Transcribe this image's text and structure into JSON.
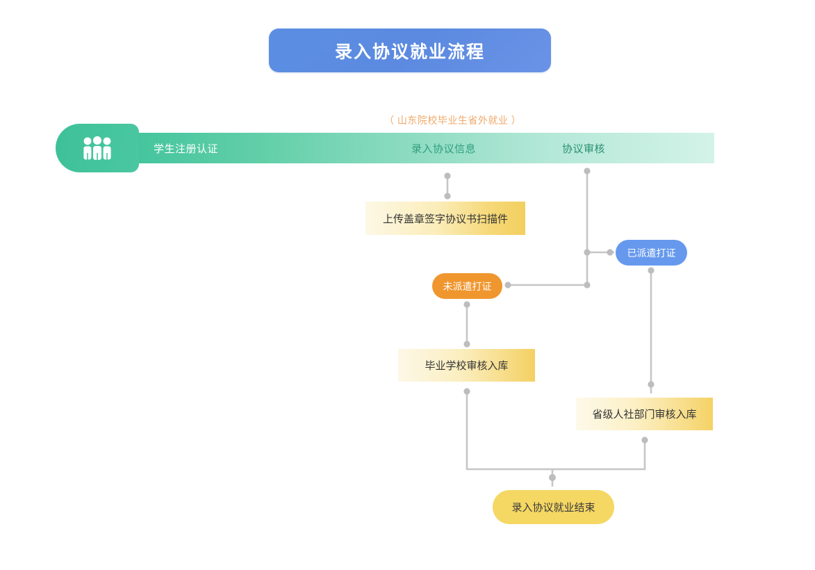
{
  "title": {
    "text": "录入协议就业流程"
  },
  "stage_bar": {
    "note": "（ 山东院校毕业生省外就业 ）",
    "icon": "people-group-icon",
    "stages": [
      {
        "label": "学生注册认证"
      },
      {
        "label": "录入协议信息"
      },
      {
        "label": "协议审核"
      }
    ]
  },
  "nodes": {
    "upload": "上传盖章签字协议书扫描件",
    "undispatched": "未派遣打证",
    "dispatched": "已派遣打证",
    "school_audit": "毕业学校审核入库",
    "province_audit": "省级人社部门审核入库",
    "end": "录入协议就业结束"
  },
  "colors": {
    "title_blue": "#5b8ae0",
    "stage_green": "#45c59d",
    "stage_green_light": "#d4f3e8",
    "note_orange": "#efa96a",
    "node_yellow": "#f3d062",
    "node_orange": "#f0962e",
    "node_blue": "#6699ee",
    "end_yellow": "#f5d763",
    "connector_gray": "#c6c6c6"
  },
  "flow": {
    "type": "flowchart",
    "edges": [
      {
        "from": "录入协议信息",
        "to": "上传盖章签字协议书扫描件"
      },
      {
        "from": "协议审核",
        "to": "已派遣打证"
      },
      {
        "from": "协议审核",
        "to": "未派遣打证"
      },
      {
        "from": "未派遣打证",
        "to": "毕业学校审核入库"
      },
      {
        "from": "已派遣打证",
        "to": "省级人社部门审核入库"
      },
      {
        "from": "毕业学校审核入库",
        "to": "录入协议就业结束"
      },
      {
        "from": "省级人社部门审核入库",
        "to": "录入协议就业结束"
      }
    ]
  }
}
